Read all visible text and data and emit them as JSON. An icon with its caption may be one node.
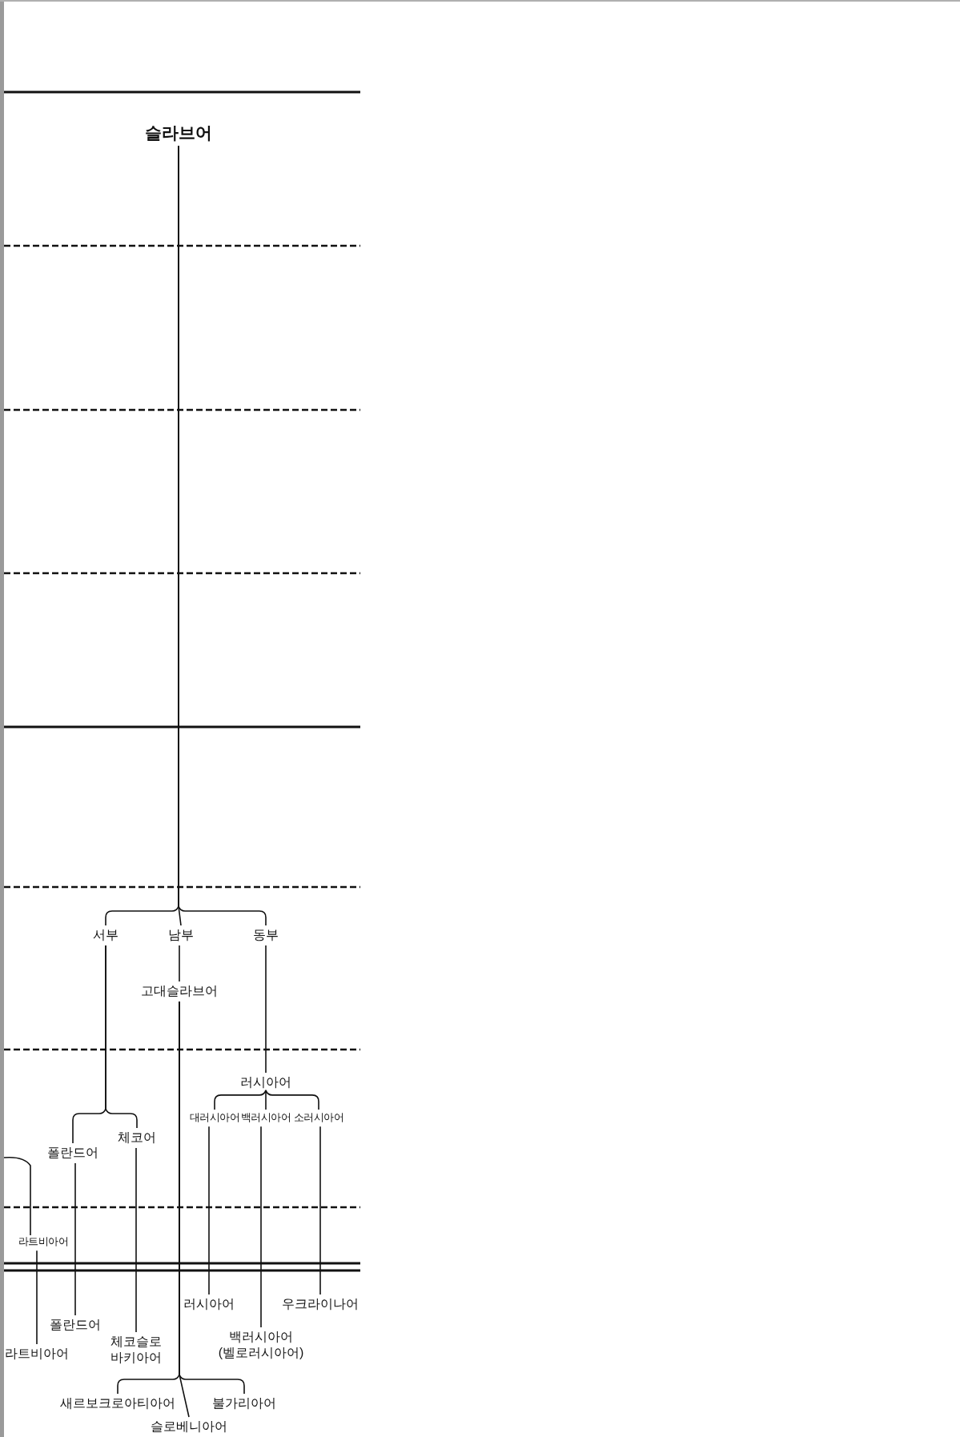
{
  "diagram": {
    "nodes": [
      {
        "text": [
          "슬라브어"
        ]
      },
      {
        "text": [
          "서부"
        ]
      },
      {
        "text": [
          "남부"
        ]
      },
      {
        "text": [
          "동부"
        ]
      },
      {
        "text": [
          "고대슬라브어"
        ]
      },
      {
        "text": [
          "러시아어"
        ]
      },
      {
        "text": [
          "대러시아어"
        ]
      },
      {
        "text": [
          "백러시아어"
        ]
      },
      {
        "text": [
          "소러시아어"
        ]
      },
      {
        "text": [
          "체코어"
        ]
      },
      {
        "text": [
          "폴란드어"
        ]
      },
      {
        "text": [
          "라트비아어"
        ]
      },
      {
        "text": [
          "러시아어"
        ]
      },
      {
        "text": [
          "우크라이나어"
        ]
      },
      {
        "text": [
          "폴란드어"
        ]
      },
      {
        "text": [
          "백러시아어 (벨로러시아어)"
        ]
      },
      {
        "text": [
          "체코슬로바키아어"
        ]
      },
      {
        "text": [
          "라트비아어"
        ]
      },
      {
        "text": [
          "새르보크로아티아어"
        ]
      },
      {
        "text": [
          "불가리아어"
        ]
      },
      {
        "text": [
          "슬로베니아어"
        ]
      }
    ],
    "edges": [
      {
        "from": 0,
        "to": 1,
        "arrow": "none"
      },
      {
        "from": 0,
        "to": 2,
        "arrow": "none"
      },
      {
        "from": 0,
        "to": 3,
        "arrow": "none"
      },
      {
        "from": 2,
        "to": 4,
        "arrow": "none"
      },
      {
        "from": 3,
        "to": 5,
        "arrow": "none"
      },
      {
        "from": 5,
        "to": 6,
        "arrow": "none"
      },
      {
        "from": 5,
        "to": 7,
        "arrow": "none"
      },
      {
        "from": 5,
        "to": 8,
        "arrow": "none"
      },
      {
        "from": 1,
        "to": 10,
        "arrow": "none"
      },
      {
        "from": 1,
        "to": 9,
        "arrow": "none"
      },
      {
        "from": null,
        "to": 11,
        "arrow": "none"
      },
      {
        "from": 6,
        "to": 12,
        "arrow": "none"
      },
      {
        "from": 8,
        "to": 13,
        "arrow": "none"
      },
      {
        "from": 10,
        "to": 14,
        "arrow": "none"
      },
      {
        "from": 7,
        "to": 15,
        "arrow": "none"
      },
      {
        "from": 9,
        "to": 16,
        "arrow": "none"
      },
      {
        "from": 11,
        "to": 17,
        "arrow": "none"
      },
      {
        "from": 4,
        "to": 18,
        "arrow": "none"
      },
      {
        "from": 4,
        "to": 19,
        "arrow": "none"
      },
      {
        "from": 4,
        "to": 20,
        "arrow": "none"
      }
    ]
  }
}
